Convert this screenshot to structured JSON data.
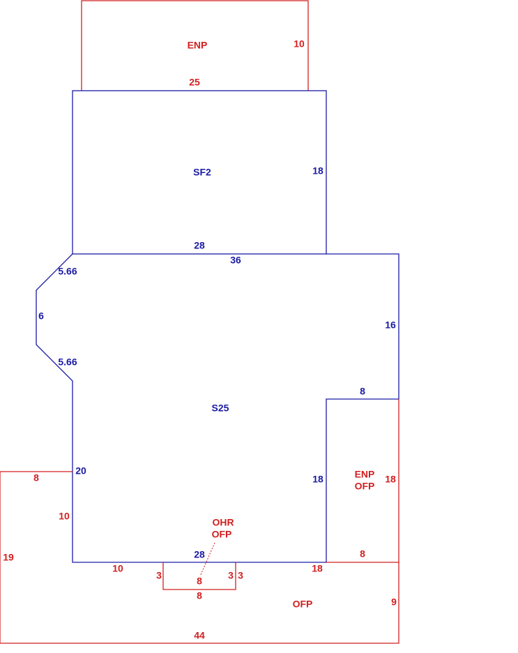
{
  "colors": {
    "red": "#d21f1f",
    "blue": "#1a1aa6"
  },
  "areas": {
    "enp_top": "ENP",
    "sf2": "SF2",
    "s25": "S25",
    "enp_right_1": "ENP",
    "enp_right_2": "OFP",
    "ohr_1": "OHR",
    "ohr_2": "OFP",
    "ofp_bottom": "OFP"
  },
  "dims": {
    "enp_top_side": "10",
    "enp_top_bottom": "25",
    "sf2_side": "18",
    "sf2_bottom": "28",
    "s25_top": "36",
    "s25_diag_upper": "5.66",
    "s25_left_short": "6",
    "s25_diag_lower": "5.66",
    "s25_right_upper": "16",
    "s25_notch_top": "8",
    "s25_notch_side": "18",
    "s25_left": "20",
    "s25_bottom": "28",
    "enp_right_side": "18",
    "enp_right_bottom": "8",
    "ofp_left_top": "8",
    "ofp_left_inner": "10",
    "ofp_left_outer": "19",
    "ofp_bottom_left": "10",
    "ohr_left": "3",
    "ohr_bottom_inner": "8",
    "ohr_right_inner": "3",
    "ohr_right_outer": "3",
    "ohr_bottom": "8",
    "ofp_bottom_right_top": "18",
    "ofp_right": "9",
    "ofp_total_bottom": "44"
  }
}
